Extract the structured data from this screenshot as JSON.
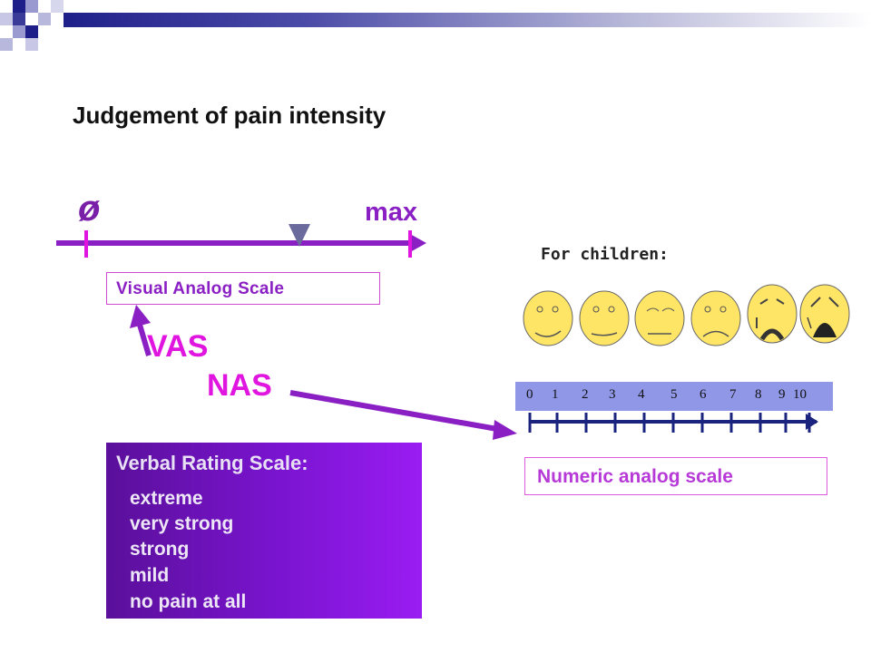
{
  "title": "Judgement of pain intensity",
  "vas": {
    "min_symbol": "ø",
    "max_label": "max",
    "scale_label": "Visual Analog Scale",
    "abbrev": "VAS"
  },
  "nas": {
    "abbrev": "NAS",
    "numbers": [
      "0",
      "1",
      "2",
      "3",
      "4",
      "5",
      "6",
      "7",
      "8",
      "9",
      "10"
    ],
    "scale_label": "Numeric analog scale"
  },
  "children": {
    "label": "For children:",
    "faces": [
      "smiling-face-icon",
      "smiling-face-icon",
      "neutral-face-icon",
      "sad-face-icon",
      "crying-face-icon",
      "crying-face-icon"
    ]
  },
  "vrs": {
    "heading": "Verbal Rating Scale:",
    "items": [
      "extreme",
      "very strong",
      "strong",
      "mild",
      "no pain at all"
    ]
  },
  "colors": {
    "purple_line": "#8a1fc4",
    "magenta": "#e016e0",
    "face_fill": "#ffe566",
    "number_bar": "#8f97e6",
    "ruler_line": "#1a237e"
  }
}
